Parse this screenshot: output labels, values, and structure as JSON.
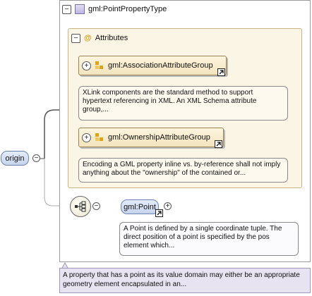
{
  "complex_type": {
    "name": "gml:PointPropertyType"
  },
  "attributes": {
    "label": "Attributes"
  },
  "groups": [
    {
      "name": "gml:AssociationAttributeGroup",
      "doc": "XLink components are the standard method to support hypertext referencing in XML. An XML Schema attribute group,..."
    },
    {
      "name": "gml:OwnershipAttributeGroup",
      "doc": "Encoding a GML property inline vs. by-reference shall not imply anything about the \"ownership\" of the contained or..."
    }
  ],
  "root_element": {
    "name": "origin"
  },
  "sequence": {
    "icon": "sequence-icon"
  },
  "child_element": {
    "name": "gml:Point",
    "doc": "A Point is defined by a single coordinate tuple. The direct position of a point is specified by the pos element which..."
  },
  "element_doc": "A property that has a point as its value domain may either be an appropriate geometry element encapsulated in an...",
  "colors": {
    "element_pill": "#c6d4ec",
    "attribute_group": "#f2e4bd",
    "attributes_panel": "#fbf5e6",
    "annotation_bottom": "#e7e3f1"
  }
}
